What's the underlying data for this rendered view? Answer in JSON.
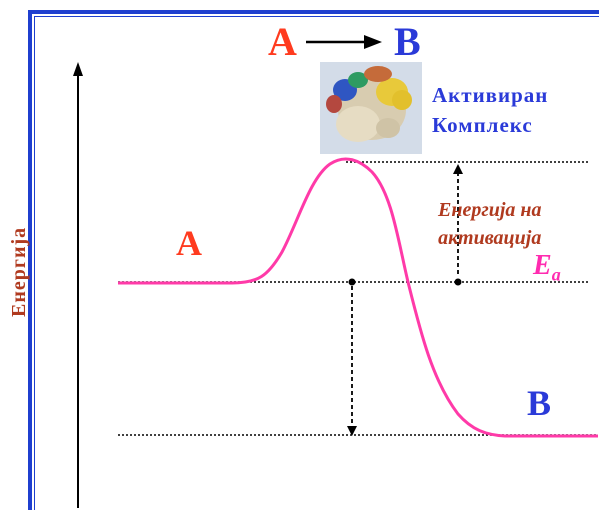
{
  "title": {
    "reactant": "A",
    "product": "B"
  },
  "activated_complex": {
    "line1": "Активиран",
    "line2": "Комплекс",
    "image_icon": "protein-molecule-image"
  },
  "curve_labels": {
    "reactant": "A",
    "product": "B"
  },
  "activation_energy": {
    "line1": "Енергија на",
    "line2": "активација",
    "symbol": "E",
    "subscript": "a"
  },
  "y_axis_label": "Енергија",
  "colors": {
    "frame": "#1f3fcf",
    "curve": "#ff3aa8",
    "reactant": "#ff3b1f",
    "product": "#2a3ad8",
    "energy_text": "#b03a1f"
  }
}
